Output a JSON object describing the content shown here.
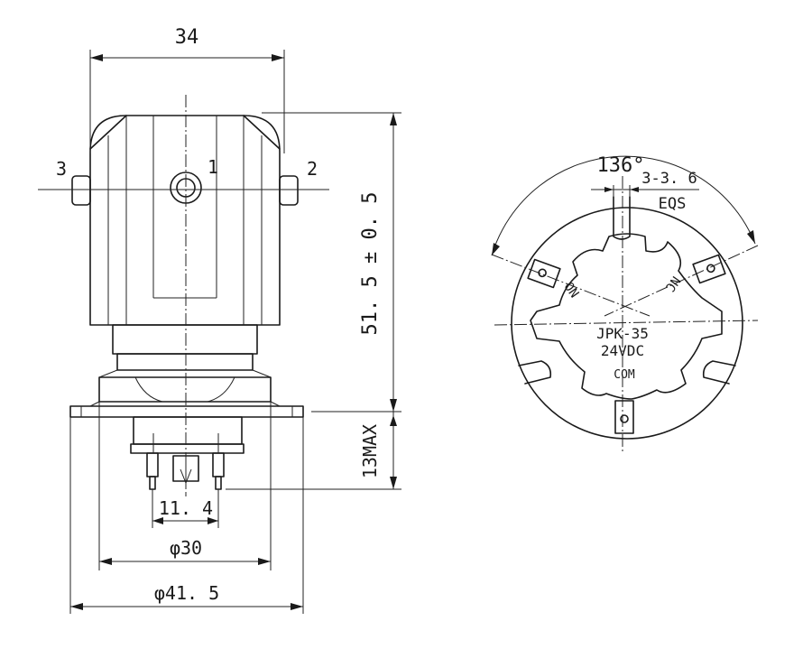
{
  "side_view": {
    "dim_width": "34",
    "dim_height": "51. 5 ± 0. 5",
    "dim_max": "13MAX",
    "dim_pin_pitch": "11. 4",
    "dim_dia_inner": "φ30",
    "dim_dia_outer": "φ41. 5",
    "terminal_1": "1",
    "terminal_2": "2",
    "terminal_3": "3"
  },
  "bottom_view": {
    "angle": "136°",
    "slot_width": "3-3. 6",
    "slot_spacing": "EQS",
    "label_no": "NO",
    "label_nc": "NC",
    "model": "JPK-35",
    "voltage": "24VDC",
    "common": "COM"
  }
}
